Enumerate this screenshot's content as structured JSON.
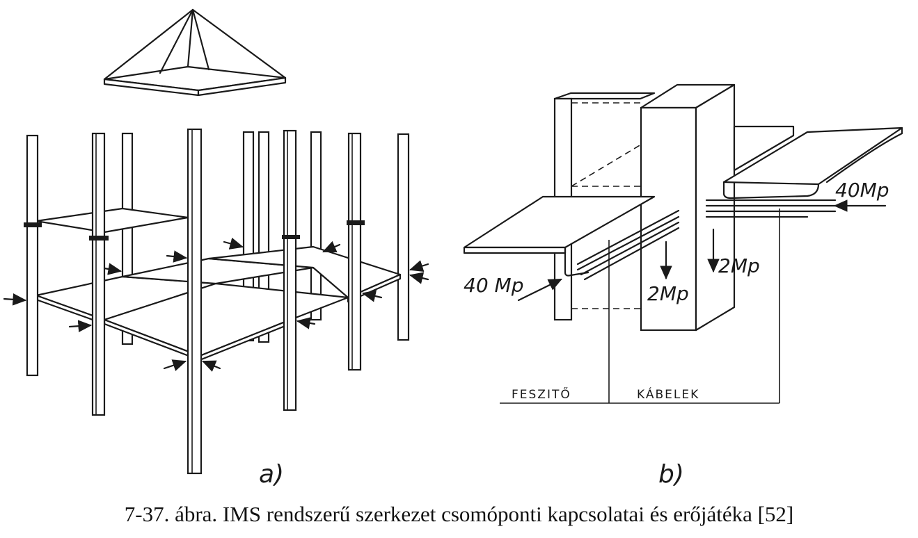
{
  "figure": {
    "panel_a_label": "a)",
    "panel_b_label": "b)",
    "labels": {
      "force_left": "40 Mp",
      "force_right": "40Mp",
      "load_center": "2Mp",
      "load_right": "2Mp",
      "tendons_left": "FESZITŐ",
      "tendons_right": "KÁBELEK"
    }
  },
  "caption": "7-37. ábra. IMS rendszerű szerkezet csomóponti kapcsolatai és erőjátéka [52]"
}
